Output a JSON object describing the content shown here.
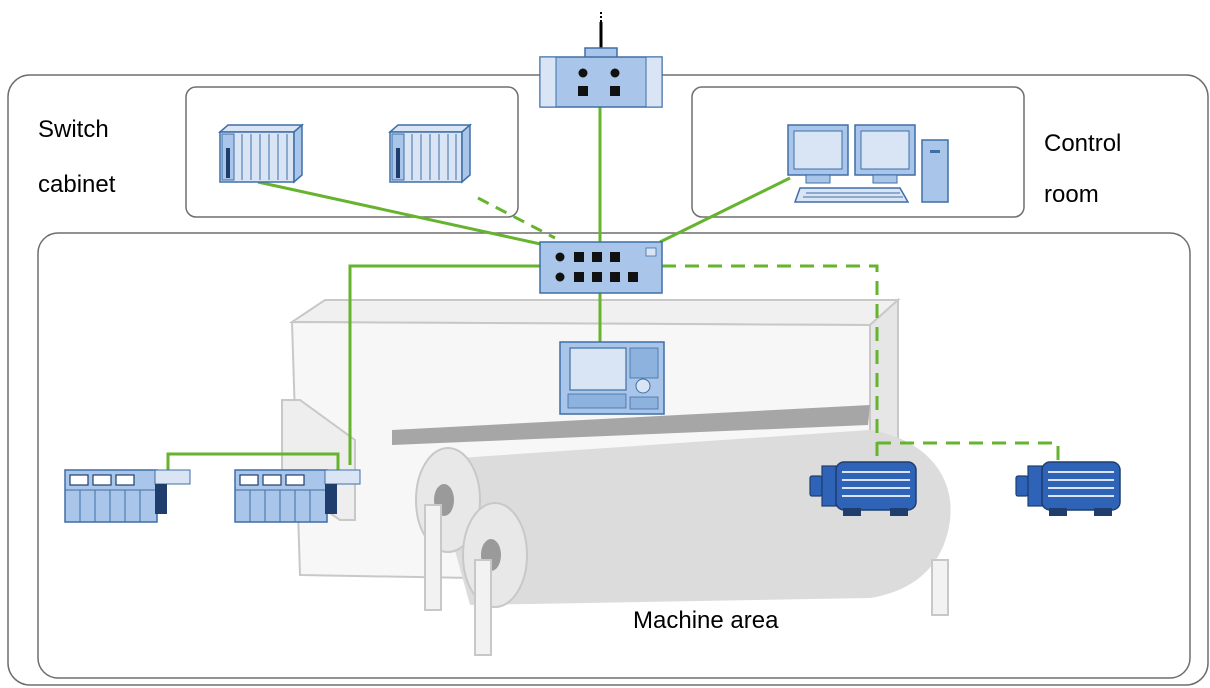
{
  "labels": {
    "switch_cabinet_line1": "Switch",
    "switch_cabinet_line2": "cabinet",
    "control_room_line1": "Control",
    "control_room_line2": "room",
    "machine_area": "Machine area"
  },
  "colors": {
    "link_green": "#66B32E",
    "device_fill": "#A9C6EA",
    "device_stroke": "#3F6FA6",
    "motor_blue": "#2E63B8",
    "machine_gray": "#DCDCDC",
    "zone_border": "#6E6E6E"
  },
  "zones": [
    {
      "name": "switch-cabinet",
      "label_ref": "labels.switch_cabinet_line1"
    },
    {
      "name": "control-room",
      "label_ref": "labels.control_room_line1"
    },
    {
      "name": "machine-area",
      "label_ref": "labels.machine_area"
    }
  ],
  "devices": [
    {
      "name": "access-point-icon"
    },
    {
      "name": "plc-rack-icon-1"
    },
    {
      "name": "plc-rack-icon-2"
    },
    {
      "name": "workstation-icon"
    },
    {
      "name": "network-switch-icon"
    },
    {
      "name": "hmi-panel-icon"
    },
    {
      "name": "io-station-icon-1"
    },
    {
      "name": "io-station-icon-2"
    },
    {
      "name": "motor-icon-1"
    },
    {
      "name": "motor-icon-2"
    }
  ],
  "links": [
    {
      "from": "access-point-icon",
      "to": "network-switch-icon",
      "style": "solid"
    },
    {
      "from": "plc-rack-icon-1",
      "to": "network-switch-icon",
      "style": "solid"
    },
    {
      "from": "plc-rack-icon-2",
      "to": "network-switch-icon",
      "style": "dashed"
    },
    {
      "from": "workstation-icon",
      "to": "network-switch-icon",
      "style": "solid"
    },
    {
      "from": "network-switch-icon",
      "to": "hmi-panel-icon",
      "style": "solid"
    },
    {
      "from": "network-switch-icon",
      "to": "io-station-icon-2",
      "style": "solid"
    },
    {
      "from": "io-station-icon-2",
      "to": "io-station-icon-1",
      "style": "solid"
    },
    {
      "from": "network-switch-icon",
      "to": "motor-icon-1",
      "style": "dashed"
    },
    {
      "from": "motor-icon-1",
      "to": "motor-icon-2",
      "style": "dashed"
    }
  ]
}
